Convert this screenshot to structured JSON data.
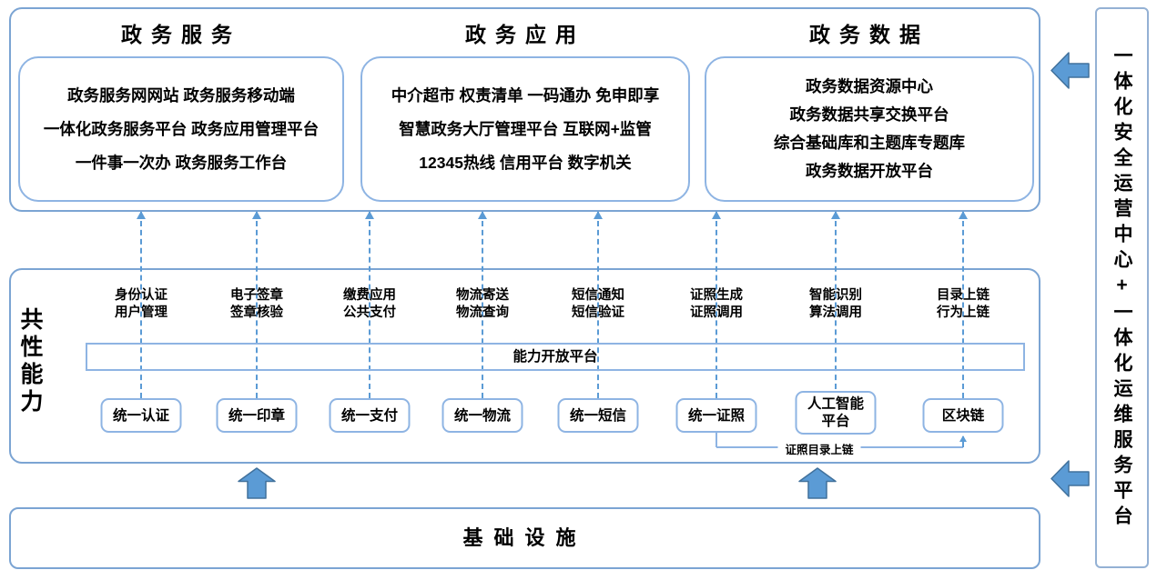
{
  "colors": {
    "container_border": "#7ba4d3",
    "inner_border": "#8eb4e3",
    "arrow_fill": "#5b9bd5",
    "arrow_stroke": "#41719c",
    "dashed_line": "#5b9bd5",
    "text": "#000000"
  },
  "top_sections": [
    {
      "title": "政务服务",
      "lines": [
        "政务服务网网站 政务服务移动端",
        "一体化政务服务平台 政务应用管理平台",
        "一件事一次办 政务服务工作台"
      ]
    },
    {
      "title": "政务应用",
      "lines": [
        "中介超市 权责清单 一码通办 免申即享",
        "智慧政务大厅管理平台 互联网+监管",
        "12345热线 信用平台 数字机关"
      ]
    },
    {
      "title": "政务数据",
      "lines": [
        "政务数据资源中心",
        "政务数据共享交换平台",
        "综合基础库和主题库专题库",
        "政务数据开放平台"
      ]
    }
  ],
  "capability_section": {
    "side_label": "共性能力",
    "platform_bar_label": "能力开放平台",
    "chain_connector_label": "证照目录上链",
    "columns": [
      {
        "label_line1": "身份认证",
        "label_line2": "用户管理",
        "box_label": "统一认证"
      },
      {
        "label_line1": "电子签章",
        "label_line2": "签章核验",
        "box_label": "统一印章"
      },
      {
        "label_line1": "缴费应用",
        "label_line2": "公共支付",
        "box_label": "统一支付"
      },
      {
        "label_line1": "物流寄送",
        "label_line2": "物流查询",
        "box_label": "统一物流"
      },
      {
        "label_line1": "短信通知",
        "label_line2": "短信验证",
        "box_label": "统一短信"
      },
      {
        "label_line1": "证照生成",
        "label_line2": "证照调用",
        "box_label": "统一证照"
      },
      {
        "label_line1": "智能识别",
        "label_line2": "算法调用",
        "box_label": "人工智能平台",
        "box_line1": "人工智能",
        "box_line2": "平台"
      },
      {
        "label_line1": "目录上链",
        "label_line2": "行为上链",
        "box_label": "区块链"
      }
    ]
  },
  "infrastructure_label": "基础设施",
  "right_bar_label": "一体化安全运营中心+一体化运维服务平台"
}
